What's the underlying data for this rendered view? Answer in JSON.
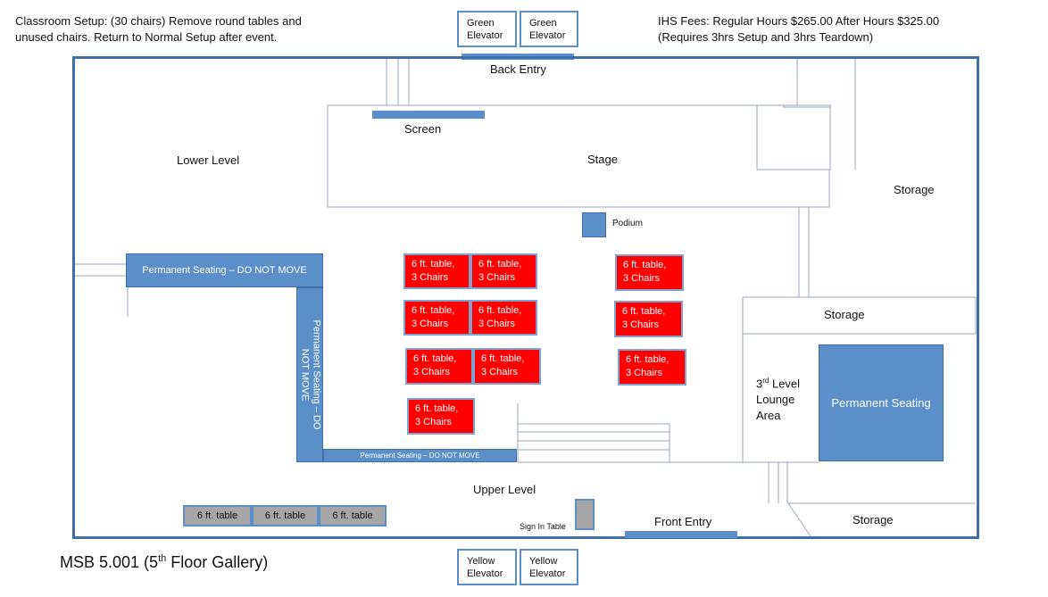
{
  "notes": {
    "setup": "Classroom Setup: (30 chairs)  Remove round tables and\nunused chairs.  Return to Normal Setup after event.",
    "fees": "IHS Fees:  Regular Hours $265.00  After Hours $325.00\n(Requires 3hrs Setup and 3hrs Teardown)"
  },
  "elevators": {
    "green_left": "Green\nElevator",
    "green_right": "Green\nElevator",
    "yellow_left": "Yellow\nElevator",
    "yellow_right": "Yellow\nElevator"
  },
  "labels": {
    "back_entry": "Back Entry",
    "screen": "Screen",
    "stage": "Stage",
    "lower_level": "Lower Level",
    "storage_top": "Storage",
    "storage_mid": "Storage",
    "storage_bottom": "Storage",
    "podium": "Podium",
    "lounge_prefix": "3",
    "lounge_sup": "rd",
    "lounge_rest": " Level\nLounge\n  Area",
    "upper_level": "Upper Level",
    "sign_in_table": "Sign In Table",
    "front_entry": "Front Entry",
    "room_name_prefix": "MSB 5.001 (5",
    "room_name_sup": "th",
    "room_name_rest": " Floor Gallery)"
  },
  "permanent_seating": {
    "top": "Permanent Seating – DO NOT MOVE",
    "vertical_a": "Permanent Seating – DO",
    "vertical_b": "NOT MOVE",
    "bottom": "Permanent Seating – DO NOT MOVE",
    "right": "Permanent Seating"
  },
  "red_tables": [
    "6 ft. table,\n3 Chairs",
    "6 ft. table,\n3 Chairs",
    "6 ft. table,\n3 Chairs",
    "6 ft. table,\n3 Chairs",
    "6 ft. table,\n3 Chairs",
    "6 ft. table,\n3 Chairs",
    "6 ft. table,\n3 Chairs",
    "6 ft. table,\n3 Chairs",
    "6 ft. table,\n3 Chairs",
    "6 ft. table,\n3 Chairs"
  ],
  "gray_tables": [
    "6 ft. table",
    "6 ft. table",
    "6 ft. table"
  ],
  "colors": {
    "wall": "#3f6fa8",
    "fixture": "#5b8fc9",
    "red_table": "#ff0000",
    "gray_table": "#a6a6a6"
  }
}
